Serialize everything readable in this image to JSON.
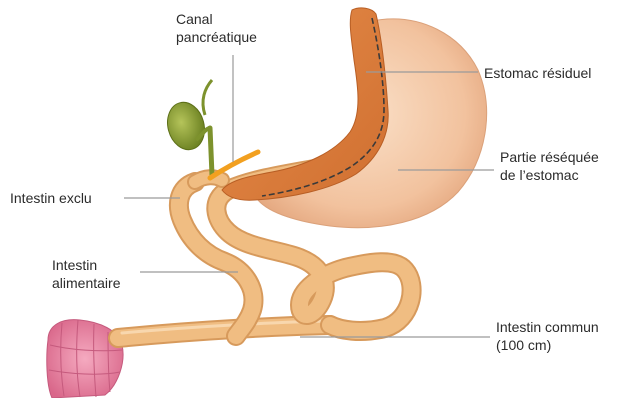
{
  "labels": {
    "canal_pancreatique": {
      "line1": "Canal",
      "line2": "pancréatique"
    },
    "estomac_residuel": "Estomac résiduel",
    "partie_resequee": {
      "line1": "Partie réséquée",
      "line2": "de l’estomac"
    },
    "intestin_exclu": "Intestin exclu",
    "intestin_alimentaire": {
      "line1": "Intestin",
      "line2": "alimentaire"
    },
    "intestin_commun": {
      "line1": "Intestin commun",
      "line2": "(100 cm)"
    }
  },
  "colors": {
    "stomach_resected": "#f3c9a8",
    "stomach_residual": "#e08a4c",
    "intestine": "#f0bd82",
    "intestine_edge": "#d79a5c",
    "colon": "#e889a5",
    "gallbladder": "#8da23c",
    "pancreatic_duct": "#f2a020",
    "leader_line": "#9a9a9a"
  }
}
